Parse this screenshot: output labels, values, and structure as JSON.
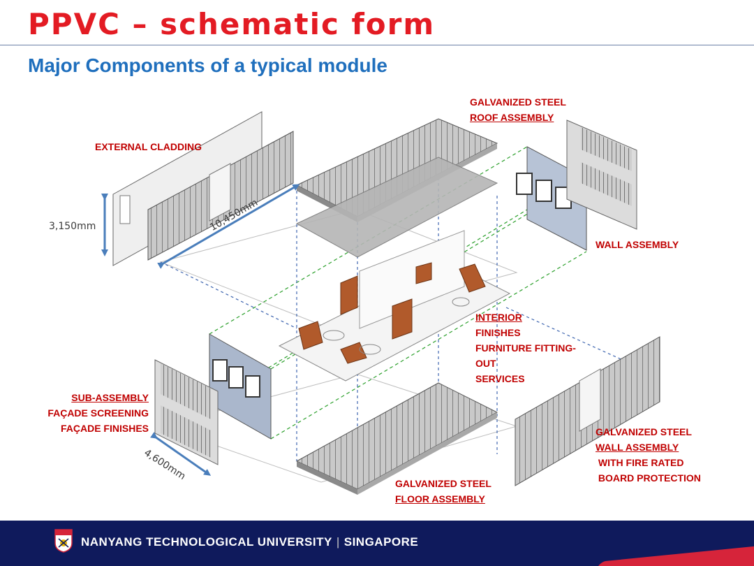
{
  "slide": {
    "title": "PPVC – schematic form",
    "subtitle": "Major Components  of a typical module"
  },
  "labels": {
    "external_cladding": "EXTERNAL CLADDING",
    "roof": [
      "GALVANIZED STEEL",
      "ROOF ASSEMBLY"
    ],
    "wall_assembly": "WALL ASSEMBLY",
    "interior": [
      "INTERIOR",
      "FINISHES",
      "FURNITURE FITTING-",
      "OUT",
      "SERVICES"
    ],
    "sub_assembly": [
      "SUB-ASSEMBLY",
      "FAÇADE SCREENING",
      "FAÇADE FINISHES"
    ],
    "wall_fire": [
      "GALVANIZED STEEL",
      "WALL ASSEMBLY",
      " WITH FIRE RATED",
      " BOARD PROTECTION"
    ],
    "floor": [
      "GALVANIZED STEEL",
      "FLOOR ASSEMBLY"
    ]
  },
  "dimensions": {
    "height": "3,150mm",
    "length": "10,450mm",
    "width": "4,600mm"
  },
  "footer": {
    "institution": "NANYANG TECHNOLOGICAL UNIVERSITY",
    "separator": "|",
    "location": "SINGAPORE",
    "crest": "university-crest-icon"
  },
  "colors": {
    "title": "#e31b23",
    "subtitle": "#1f6fbd",
    "label_red": "#c00000",
    "dimension_blue": "#4a7ebb",
    "guide_green": "#2ca02c",
    "footer_bg": "#0f1a5c",
    "footer_accent": "#d6243a"
  }
}
